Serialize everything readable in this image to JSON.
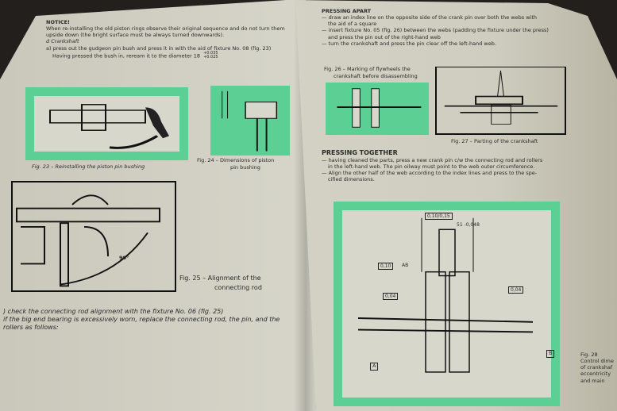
{
  "left_page": {
    "notice_heading": "NOTICE!",
    "notice_line1": "When re-installing the old piston rings observe their original sequence and do not turn them",
    "notice_line2": "upside down (the bright surface must be always turned downwards).",
    "section": "d  Crankshaft",
    "step_a_line1": "a) press out the gudgeon pin bush and press it in with the aid of fixture No. 08 (fig. 23)",
    "step_a_line2": "Having pressed the bush in, reream it to the diameter 18",
    "tol_upper": "+0.035",
    "tol_lower": "+0.025",
    "fig23": "Fig. 23 – Reinstalling the piston pin bushing",
    "fig24_line1": "Fig. 24 – Dimensions of piston",
    "fig24_line2": "pin bushing",
    "fig25_line1": "Fig. 25 – Alignment of the",
    "fig25_line2": "connecting rod",
    "fig25_angle": "90°",
    "step_b": ") check the connecting rod alignment with the fixture No. 06 (fig. 25)",
    "step_c_line1": "if the big end bearing is excessively worn, replace the connecting rod, the pin, and the",
    "step_c_line2": "rollers as follows:"
  },
  "right_page": {
    "pressing_apart": "PRESSING APART",
    "apart_1a": "— draw an index line on the opposite side of the crank pin over both the webs with",
    "apart_1b": "the aid of a square",
    "apart_2a": "— insert fixture No. 05 (fig. 26) between the webs (padding the fixture under the press)",
    "apart_2b": "and press the pin out of the right-hand web",
    "apart_3": "— turn the crankshaft and press the pin clear off the left-hand web.",
    "fig26_line1": "Fig. 26 – Marking of flywheels the",
    "fig26_line2": "crankshaft before disassembling",
    "fig27": "Fig. 27 – Parting of the crankshaft",
    "pressing_together": "PRESSING TOGETHER",
    "together_1a": "— having cleaned the parts, press a new crank pin c/w the connecting rod and rollers",
    "together_1b": "in the left-hand web. The pin oilway must point to the web outer circumference.",
    "together_2a": "— Align the other half of the web according to the index lines and press to the spe-",
    "together_2b": "cified dimensions.",
    "fig28_tol_top": "0,10/0,15",
    "fig28_dim": "51 -0,048",
    "fig28_tol_a": "0,10",
    "fig28_tol_b": "0,04",
    "fig28_tol_c": "0,04",
    "fig28_ref": "AB",
    "datum_a": "A",
    "datum_b": "B",
    "fig28_cap1": "Fig. 28",
    "fig28_cap2": "Control dime",
    "fig28_cap3": "of crankshaf",
    "fig28_cap4": "eccentricity",
    "fig28_cap5": "and main"
  },
  "colors": {
    "green": "#5ccf95",
    "paper": "#d6d4c6",
    "background": "#231f1d"
  }
}
